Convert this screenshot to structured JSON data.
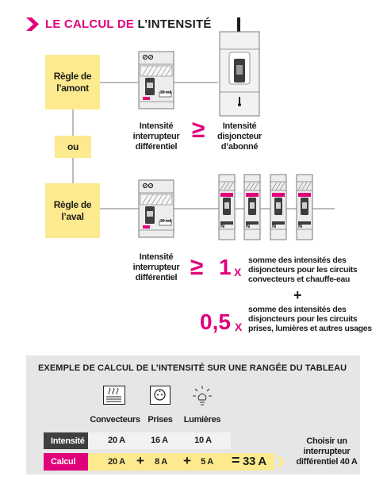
{
  "title": {
    "part1": "LE CALCUL DE ",
    "part2": "L’INTENSITÉ"
  },
  "rules": {
    "amont": "Règle de l’amont",
    "ou": "ou",
    "aval": "Règle de l’aval"
  },
  "labels": {
    "intensite_interrupteur_1": "Intensité interrupteur différentiel",
    "geq_1": "≥",
    "intensite_disjoncteur": "Intensité disjoncteur d’abonné",
    "intensite_interrupteur_2": "Intensité interrupteur différentiel",
    "geq_2": "≥",
    "factor_1": "1",
    "x_1": "X",
    "note_1": "somme des intensités des disjoncteurs pour les circuits convecteurs et chauffe-eau",
    "plus": "+",
    "factor_2": "0,5",
    "x_2": "X",
    "note_2": "somme des intensités des disjoncteurs pour les circuits prises, lumières et autres usages",
    "device_rating": "30 mA",
    "device_side_label": "N"
  },
  "example": {
    "title": "EXEMPLE DE CALCUL DE L’INTENSITÉ SUR UNE RANGÉE DU TABLEAU",
    "columns": [
      "Convecteurs",
      "Prises",
      "Lumières"
    ],
    "intensite_label": "Intensité",
    "intensite_values": [
      "20 A",
      "16 A",
      "10 A"
    ],
    "calcul_label": "Calcul",
    "calcul_values": [
      "20 A",
      "8 A",
      "5 A"
    ],
    "plus": "+",
    "equals": "=",
    "result": "33 A",
    "advice": "Choisir un interrupteur différentiel 40 A"
  },
  "colors": {
    "accent_pink": "#e2007a",
    "yellow": "#fde98e",
    "dark": "#1d1d1b",
    "panel_grey": "#e6e6e6",
    "device_grey": "#d9d9d9"
  }
}
